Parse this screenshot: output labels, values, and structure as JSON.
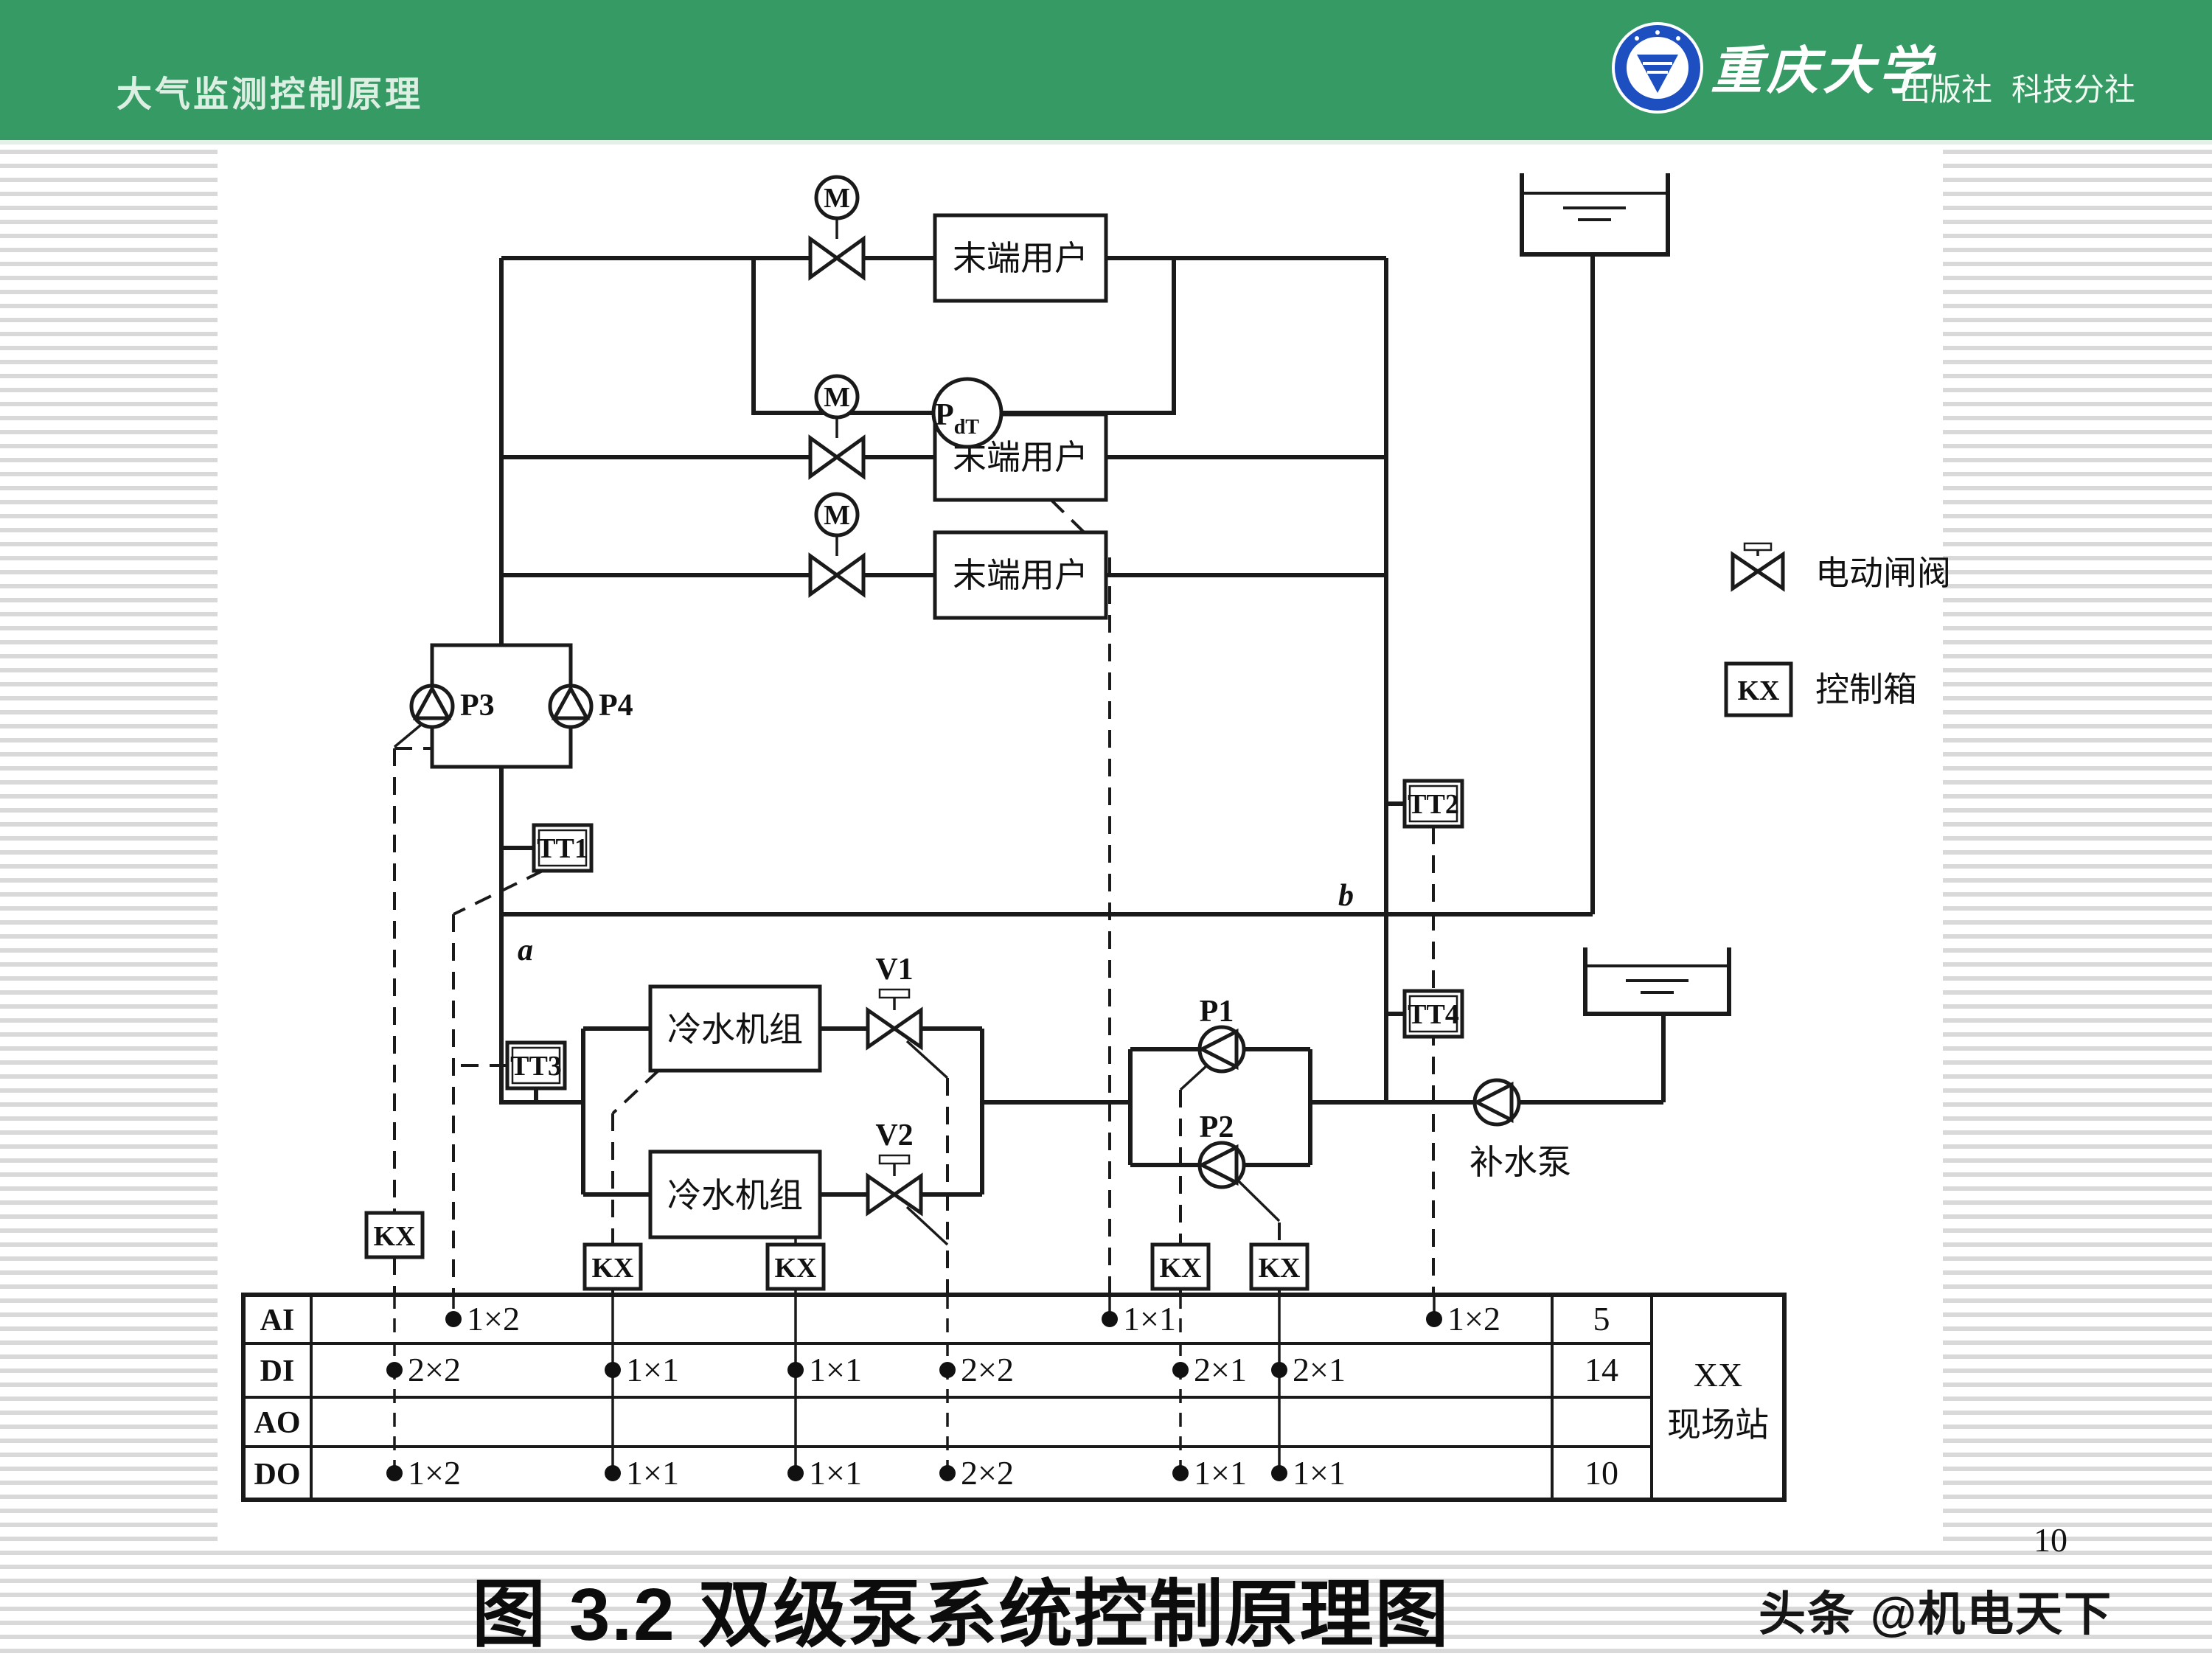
{
  "header": {
    "title": "大气监测控制原理",
    "university": "重庆大学",
    "press": "出版社",
    "branch": "科技分社"
  },
  "diagram": {
    "m_label": "M",
    "pdt_main": "P",
    "pdt_sub": "dT",
    "end_user": "末端用户",
    "chiller": "冷水机组",
    "makeup_pump": "补水泵",
    "p1": "P1",
    "p2": "P2",
    "p3": "P3",
    "p4": "P4",
    "v1": "V1",
    "v2": "V2",
    "tt1": "TT1",
    "tt2": "TT2",
    "tt3": "TT3",
    "tt4": "TT4",
    "kx": "KX",
    "node_a": "a",
    "node_b": "b",
    "legend_valve": "电动闸阀",
    "legend_kx": "控制箱"
  },
  "io_table": {
    "rows": [
      {
        "label": "AI",
        "count": "5"
      },
      {
        "label": "DI",
        "count": "14"
      },
      {
        "label": "AO",
        "count": ""
      },
      {
        "label": "DO",
        "count": "10"
      }
    ],
    "ai_points": [
      "1×2",
      "1×1",
      "1×2"
    ],
    "di_points": [
      "2×2",
      "1×1",
      "1×1",
      "2×2",
      "2×1",
      "2×1"
    ],
    "do_points": [
      "1×2",
      "1×1",
      "1×1",
      "2×2",
      "1×1",
      "1×1"
    ],
    "station_line1": "XX",
    "station_line2": "现场站"
  },
  "footer": {
    "caption": "图 3.2 双级泵系统控制原理图",
    "page_number": "10",
    "watermark": "头条 @机电天下"
  },
  "colors": {
    "header_green": "#369a65",
    "logo_blue": "#1d4fc0",
    "line_black": "#1a1a1a"
  }
}
